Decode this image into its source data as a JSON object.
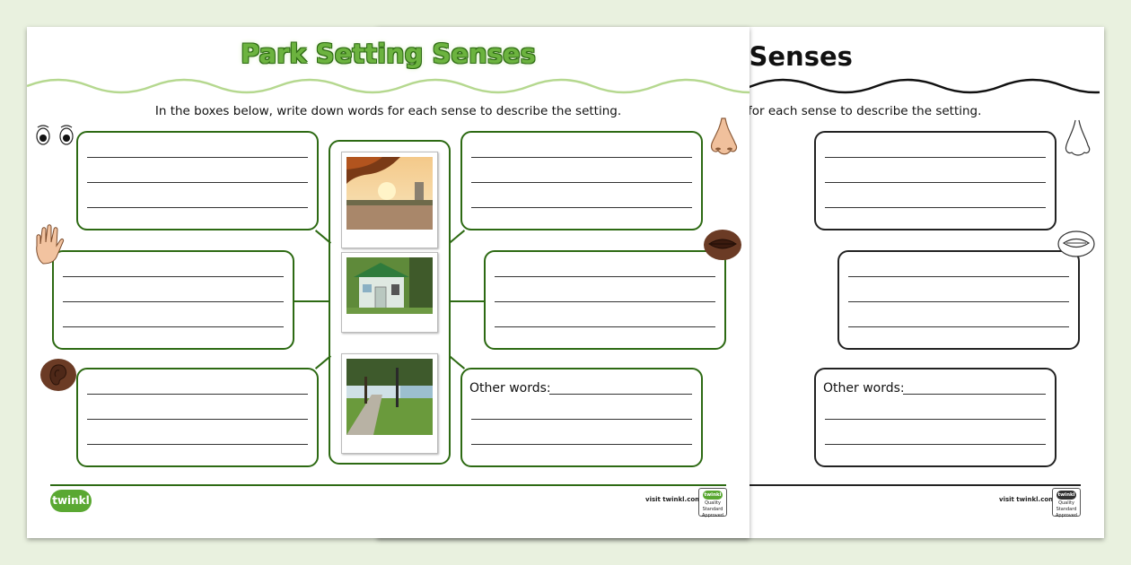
{
  "front": {
    "title": "Park Setting Senses",
    "instruction": "In the boxes below, write down words for each sense to describe the setting.",
    "other_words_label": "Other words:",
    "logo": "twinkl",
    "visit_text": "visit twinkl.com",
    "badge_top": "twinkl",
    "badge_text": "Quality Standard Approved"
  },
  "back": {
    "title": "ng Senses",
    "instruction": "for each sense to describe the setting.",
    "other_words_label": "Other words:",
    "visit_text": "visit twinkl.com",
    "badge_top": "twinkl",
    "badge_text": "Quality Standard Approved"
  },
  "icons": {
    "sight": "eyes-icon",
    "touch": "hand-icon",
    "hearing": "ear-icon",
    "smell": "nose-icon",
    "taste": "mouth-icon"
  },
  "photos": [
    "park-sunset-photo",
    "garden-shed-photo",
    "riverside-path-photo"
  ],
  "colors": {
    "background": "#e9f1df",
    "border_green": "#2d6a13",
    "title_green": "#6cb33f",
    "wave_green": "#b5d88f",
    "logo_green": "#5aa832"
  }
}
